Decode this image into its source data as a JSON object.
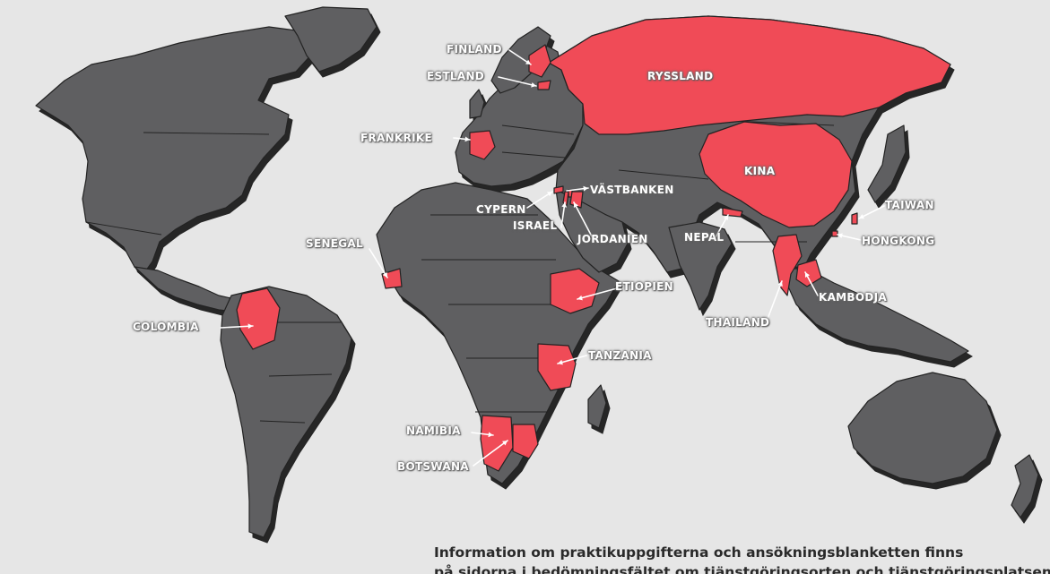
{
  "colors": {
    "background": "#e6e6e6",
    "land": "#5f5f61",
    "land_shadow": "#262626",
    "border": "#232323",
    "highlight": "#f04b57",
    "label_text": "#ffffff",
    "body_text": "#2a2a2a"
  },
  "labels": {
    "finland": "FINLAND",
    "estland": "ESTLAND",
    "ryssland": "RYSSLAND",
    "frankrike": "FRANKRIKE",
    "kina": "KINA",
    "vastbanken": "VÄSTBANKEN",
    "cypern": "CYPERN",
    "israel": "ISRAEL",
    "jordanien": "JORDANIEN",
    "nepal": "NEPAL",
    "taiwan": "TAIWAN",
    "hongkong": "HONGKONG",
    "senegal": "SENEGAL",
    "etiopien": "ETIOPIEN",
    "kambodja": "KAMBODJA",
    "colombia": "COLOMBIA",
    "thailand": "THAILAND",
    "tanzania": "TANZANIA",
    "namibia": "NAMIBIA",
    "botswana": "BOTSWANA"
  },
  "info": {
    "line1": "Information om praktikuppgifterna och ansökningsblanketten finns",
    "line2": "på sidorna i bedömningsfältet om tjänstgöringsorten och tjänstgöringsplatsen"
  }
}
